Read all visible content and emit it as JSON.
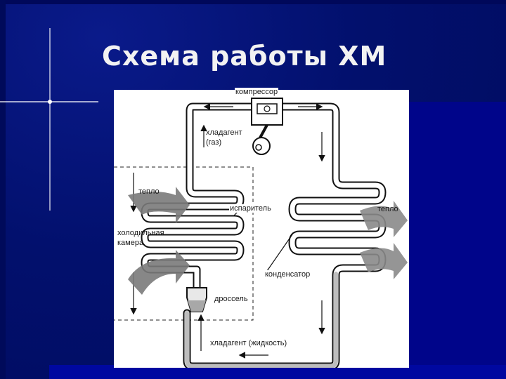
{
  "slide": {
    "title": "Схема работы ХМ",
    "background_color": "#000c6e",
    "title_color": "#f2f2f2"
  },
  "diagram": {
    "labels": {
      "compressor": "компрессор",
      "refrigerant_gas_line1": "хладагент",
      "refrigerant_gas_line2": "(газ)",
      "heat_left": "тепло",
      "evaporator": "испаритель",
      "heat_right": "тепло",
      "cold_chamber_line1": "холодильная",
      "cold_chamber_line2": "камера",
      "condenser": "конденсатор",
      "throttle": "дроссель",
      "refrigerant_liquid": "хладагент (жидкость)"
    },
    "icons": [
      "compressor-icon",
      "throttle-icon",
      "heat-arrow-icon",
      "flow-arrow-icon"
    ]
  }
}
